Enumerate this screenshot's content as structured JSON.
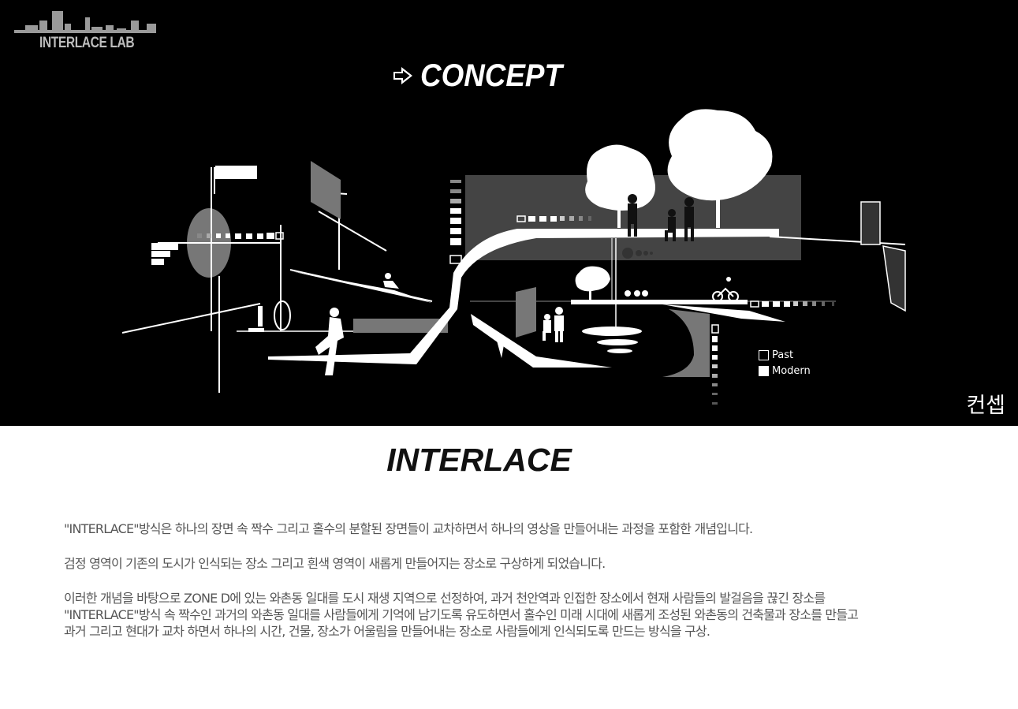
{
  "logo": {
    "text": "INTERLACE LAB"
  },
  "concept": {
    "title": "CONCEPT",
    "arrow_icon": "arrow-right-icon"
  },
  "legend": {
    "past": "Past",
    "modern": "Modern"
  },
  "korean_label": "컨셉",
  "section": {
    "title": "INTERLACE"
  },
  "description": {
    "paragraph1": "\"INTERLACE\"방식은 하나의 장면 속 짝수 그리고 홀수의 분할된 장면들이 교차하면서 하나의 영상을 만들어내는 과정을 포함한 개념입니다.",
    "paragraph2": "검정 영역이 기존의 도시가 인식되는 장소 그리고 흰색 영역이 새롭게 만들어지는 장소로 구상하게 되었습니다.",
    "paragraph3": [
      "이러한 개념을 바탕으로 ZONE D에 있는 와촌동 일대를 도시 재생 지역으로 선정하여, 과거 천안역과 인접한 장소에서 현재 사람들의 발걸음을 끊긴 장소를",
      "\"INTERLACE\"방식 속 짝수인 과거의 와촌동 일대를 사람들에게 기억에 남기도록 유도하면서 홀수인 미래 시대에 새롭게 조성된 와촌동의 건축물과 장소를 만들고",
      "과거 그리고 현대가 교차 하면서 하나의 시간, 건물, 장소가 어울림을 만들어내는 장소로 사람들에게 인식되도록 만드는 방식을 구상."
    ]
  },
  "colors": {
    "hero_bg": "#000000",
    "gray": "#7a7a7a",
    "white": "#ffffff",
    "text": "#555555"
  }
}
